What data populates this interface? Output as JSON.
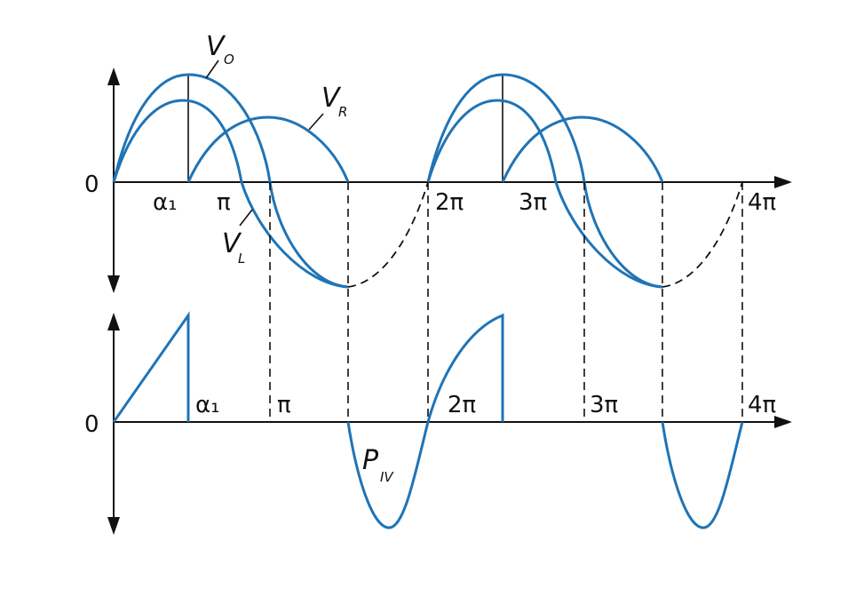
{
  "colors": {
    "curve": "#1f74b6",
    "axis": "#111111"
  },
  "upper_panel": {
    "zero": "0",
    "ticks": [
      "α₁",
      "π",
      "2π",
      "3π",
      "4π"
    ],
    "curves": {
      "vo": {
        "name": "V",
        "sub": "O"
      },
      "vr": {
        "name": "V",
        "sub": "R"
      },
      "vl": {
        "name": "V",
        "sub": "L"
      }
    }
  },
  "lower_panel": {
    "zero": "0",
    "ticks": [
      "α₁",
      "π",
      "2π",
      "3π",
      "4π"
    ],
    "curves": {
      "piv": {
        "name": "P",
        "sub": "IV"
      }
    }
  }
}
